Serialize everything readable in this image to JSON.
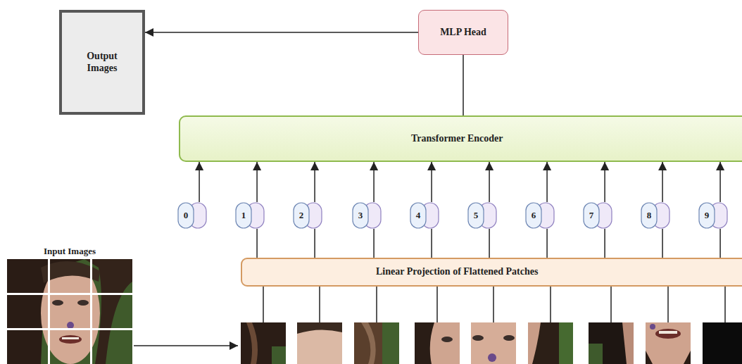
{
  "diagram": {
    "nodes": [
      {
        "text": [
          "Output Images"
        ]
      },
      {
        "text": [
          "MLP Head"
        ]
      },
      {
        "text": [
          "Transformer Encoder"
        ]
      },
      {
        "text": [
          "0"
        ]
      },
      {
        "text": [
          "1"
        ]
      },
      {
        "text": [
          "2"
        ]
      },
      {
        "text": [
          "3"
        ]
      },
      {
        "text": [
          "4"
        ]
      },
      {
        "text": [
          "5"
        ]
      },
      {
        "text": [
          "6"
        ]
      },
      {
        "text": [
          "7"
        ]
      },
      {
        "text": [
          "8"
        ]
      },
      {
        "text": [
          "9"
        ]
      },
      {
        "text": [
          "Linear Projection of Flattened Patches"
        ]
      }
    ],
    "edges": [
      {
        "from": 1,
        "to": 0,
        "arrow": "to"
      },
      {
        "from": 2,
        "to": 1,
        "arrow": "none"
      },
      {
        "from": 3,
        "to": 2,
        "arrow": "to"
      },
      {
        "from": 4,
        "to": 2,
        "arrow": "to"
      },
      {
        "from": 5,
        "to": 2,
        "arrow": "to"
      },
      {
        "from": 6,
        "to": 2,
        "arrow": "to"
      },
      {
        "from": 7,
        "to": 2,
        "arrow": "to"
      },
      {
        "from": 8,
        "to": 2,
        "arrow": "to"
      },
      {
        "from": 9,
        "to": 2,
        "arrow": "to"
      },
      {
        "from": 10,
        "to": 2,
        "arrow": "to"
      },
      {
        "from": 11,
        "to": 2,
        "arrow": "to"
      },
      {
        "from": 12,
        "to": 2,
        "arrow": "to"
      },
      {
        "from": 13,
        "to": 4,
        "arrow": "none"
      },
      {
        "from": 13,
        "to": 5,
        "arrow": "none"
      },
      {
        "from": 13,
        "to": 6,
        "arrow": "none"
      },
      {
        "from": 13,
        "to": 7,
        "arrow": "none"
      },
      {
        "from": 13,
        "to": 8,
        "arrow": "none"
      },
      {
        "from": 13,
        "to": 9,
        "arrow": "none"
      },
      {
        "from": 13,
        "to": 10,
        "arrow": "none"
      },
      {
        "from": 13,
        "to": 11,
        "arrow": "none"
      },
      {
        "from": 13,
        "to": 12,
        "arrow": "none"
      }
    ],
    "labels": [
      "Input Images"
    ]
  }
}
